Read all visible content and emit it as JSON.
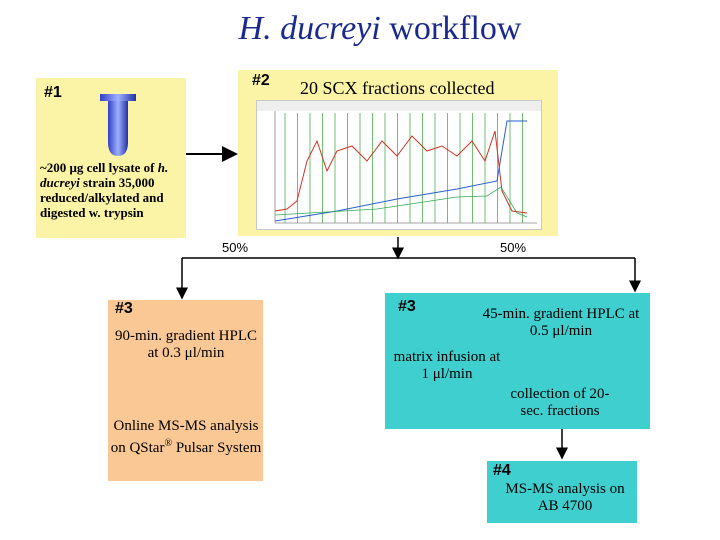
{
  "title": {
    "italic": "H. ducreyi",
    "rest": " workflow"
  },
  "step1": {
    "num": "#1",
    "desc_parts": [
      "~200 ",
      "μ",
      "g cell lysate of ",
      "h. ducreyi",
      " strain 35,000 reduced/alkylated and digested w. trypsin"
    ]
  },
  "step2": {
    "num": "#2",
    "label": "20 SCX fractions collected"
  },
  "split": {
    "left": "50%",
    "right": "50%"
  },
  "step3a": {
    "num": "#3",
    "gradient": "90-min. gradient HPLC at 0.3 μl/min",
    "analysis_pre": "Online MS-MS analysis on QStar",
    "analysis_sup": "®",
    "analysis_post": " Pulsar System"
  },
  "step3b": {
    "num": "#3",
    "gradient": "45-min. gradient HPLC at 0.5 μl/min",
    "infusion": "matrix infusion at 1 μl/min",
    "collection": "collection of 20-sec. fractions"
  },
  "step4": {
    "num": "#4",
    "label": "MS-MS analysis on AB 4700"
  },
  "colors": {
    "title": "#1a2a8c",
    "yellow_box": "#fbf3a6",
    "orange_box": "#f9c895",
    "cyan_box": "#3fcfcf"
  },
  "icons": [
    "tube-icon",
    "chromatogram"
  ]
}
